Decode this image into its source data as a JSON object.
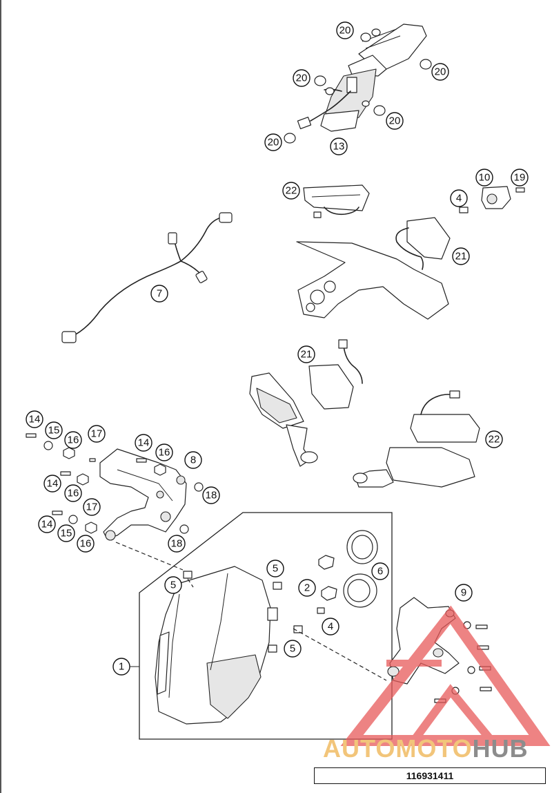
{
  "diagram": {
    "drawing_id": "116931411",
    "watermark": {
      "part1": "AUTOMOTO",
      "part2": "HUB",
      "colors": {
        "part1": "#f2c57a",
        "part2": "#8c8c8c",
        "logo": "#e85a5a"
      }
    },
    "callouts": [
      {
        "id": "c-20a",
        "label": "20"
      },
      {
        "id": "c-20b",
        "label": "20"
      },
      {
        "id": "c-20c",
        "label": "20"
      },
      {
        "id": "c-20d",
        "label": "20"
      },
      {
        "id": "c-20e",
        "label": "20"
      },
      {
        "id": "c-13",
        "label": "13"
      },
      {
        "id": "c-10",
        "label": "10"
      },
      {
        "id": "c-19",
        "label": "19"
      },
      {
        "id": "c-22a",
        "label": "22"
      },
      {
        "id": "c-4a",
        "label": "4"
      },
      {
        "id": "c-21a",
        "label": "21"
      },
      {
        "id": "c-7",
        "label": "7"
      },
      {
        "id": "c-21b",
        "label": "21"
      },
      {
        "id": "c-22b",
        "label": "22"
      },
      {
        "id": "c-14a",
        "label": "14"
      },
      {
        "id": "c-15a",
        "label": "15"
      },
      {
        "id": "c-16a",
        "label": "16"
      },
      {
        "id": "c-17a",
        "label": "17"
      },
      {
        "id": "c-14b",
        "label": "14"
      },
      {
        "id": "c-16b",
        "label": "16"
      },
      {
        "id": "c-8",
        "label": "8"
      },
      {
        "id": "c-14c",
        "label": "14"
      },
      {
        "id": "c-16c",
        "label": "16"
      },
      {
        "id": "c-18a",
        "label": "18"
      },
      {
        "id": "c-17b",
        "label": "17"
      },
      {
        "id": "c-14d",
        "label": "14"
      },
      {
        "id": "c-15b",
        "label": "15"
      },
      {
        "id": "c-16d",
        "label": "16"
      },
      {
        "id": "c-18b",
        "label": "18"
      },
      {
        "id": "c-5a",
        "label": "5"
      },
      {
        "id": "c-5b",
        "label": "5"
      },
      {
        "id": "c-6",
        "label": "6"
      },
      {
        "id": "c-2",
        "label": "2"
      },
      {
        "id": "c-9",
        "label": "9"
      },
      {
        "id": "c-4b",
        "label": "4"
      },
      {
        "id": "c-5c",
        "label": "5"
      },
      {
        "id": "c-1",
        "label": "1"
      }
    ]
  }
}
